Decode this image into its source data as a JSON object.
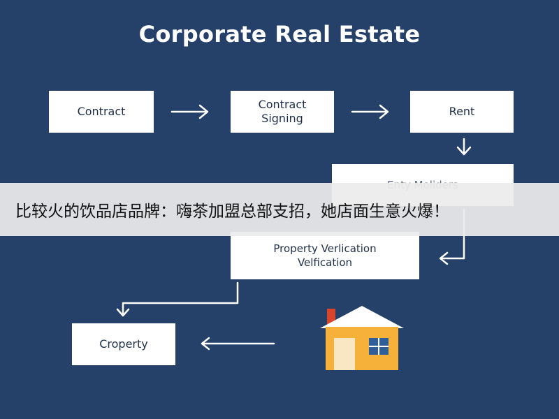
{
  "title": "Corporate Real Estate",
  "boxes": {
    "contract": "Contract",
    "contract_signing_line1": "Contract",
    "contract_signing_line2": "Signing",
    "rent": "Rent",
    "entity": "Enty Moliders",
    "verification_line1": "Property Verlication",
    "verification_line2": "Velfication",
    "property": "Croperty"
  },
  "icons": [
    "arrow-right-icon",
    "arrow-down-icon",
    "arrow-left-icon",
    "house-icon"
  ],
  "colors": {
    "background": "#25416a",
    "box": "#ffffff",
    "house_wall": "#f6b13a",
    "house_roof": "#ffffff",
    "house_chimney": "#d9452b",
    "banner": "#ececec"
  },
  "banner": {
    "text": "比较火的饮品店品牌：嗨茶加盟总部支招，她店面生意火爆！"
  }
}
